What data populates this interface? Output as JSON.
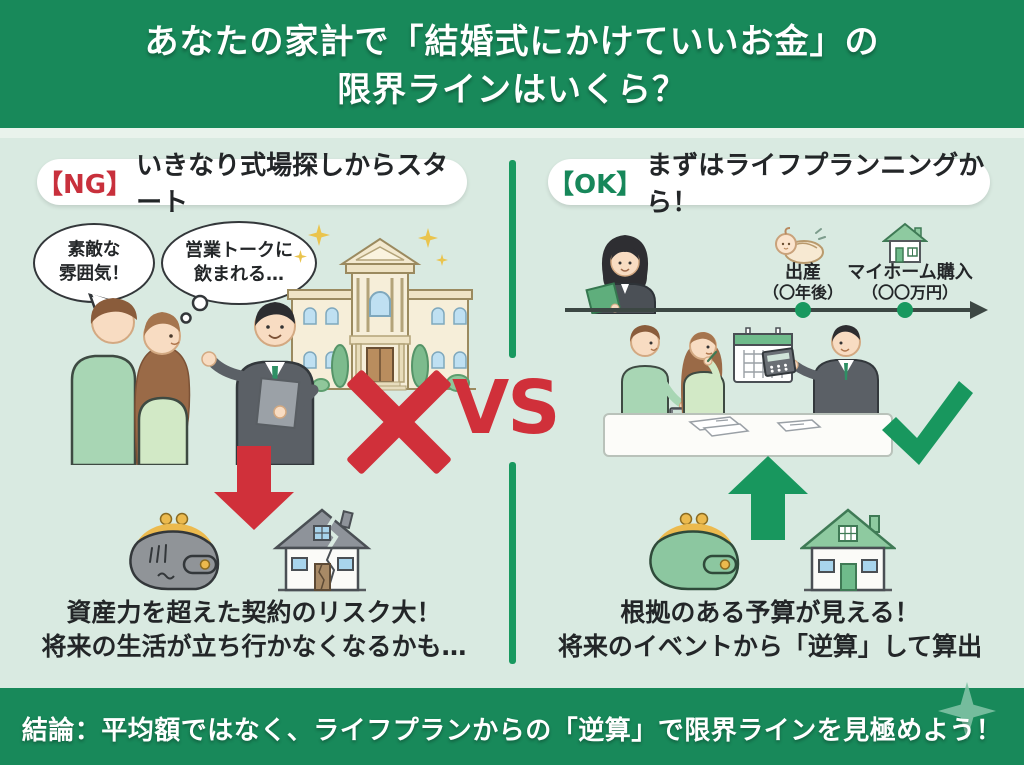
{
  "header": {
    "line1": "あなたの家計で「結婚式にかけていいお金」の",
    "line2": "限界ラインはいくら？"
  },
  "panels": {
    "ng": {
      "badge": "【NG】",
      "title": "いきなり式場探しからスタート",
      "speech_bubble": "素敵な\n雰囲気！",
      "thought_bubble": "営業トークに\n飲まれる…",
      "caption_line1": "資産力を超えた契約のリスク大！",
      "caption_line2": "将来の生活が立ち行かなくなるかも…"
    },
    "ok": {
      "badge": "【OK】",
      "title": "まずはライフプランニングから！",
      "timeline": {
        "event1_title": "出産",
        "event1_note": "（〇年後）",
        "event2_title": "マイホーム購入",
        "event2_note": "（〇〇万円）"
      },
      "caption_line1": "根拠のある予算が見える！",
      "caption_line2": "将来のイベントから「逆算」して算出"
    }
  },
  "vs": "VS",
  "footer": {
    "text": "結論：平均額ではなく、ライフプランからの「逆算」で限界ラインを見極めよう！"
  },
  "icons": {
    "cross": "✕",
    "check": "✓",
    "arrow_down": "▼",
    "arrow_up": "▲",
    "sparkle": "✦",
    "purse": "👛",
    "house": "🏠",
    "baby": "👶",
    "calendar": "📅",
    "calculator": "🧮",
    "wedding_venue": "🏛"
  },
  "colors": {
    "banner_green": "#18895A",
    "background_mint": "#D9EAE1",
    "accent_red": "#D0303A",
    "accent_green": "#18975E",
    "ng_label_red": "#C8303C",
    "ok_label_green": "#17875A"
  }
}
